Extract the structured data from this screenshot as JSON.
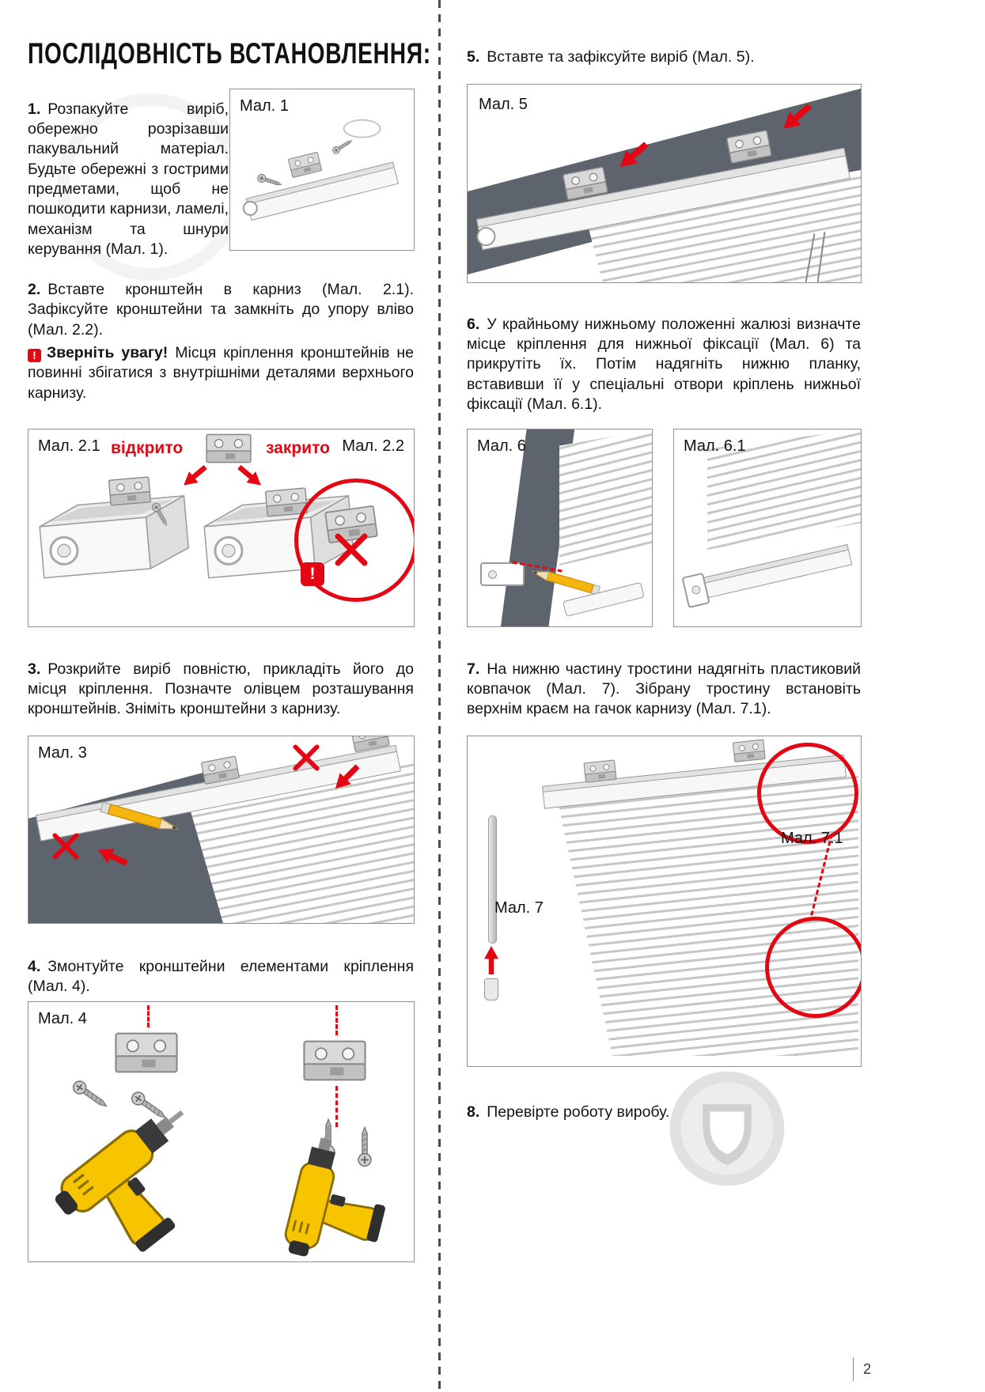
{
  "page": {
    "number": "2"
  },
  "title": "ПОСЛІДОВНІСТЬ ВСТАНОВЛЕННЯ:",
  "colors": {
    "accent": "#e30613",
    "frame_dark": "#5d646d",
    "drill_yellow": "#f6c500",
    "pencil_yellow": "#f6b40e"
  },
  "steps": {
    "s1": {
      "num": "1.",
      "text": "Розпакуйте виріб, обережно розрізавши пакувальний матеріал. Будьте обережні з гострими предметами, щоб не пошкодити карнизи, ламелі, механізм та шнури керування (Мал. 1)."
    },
    "s2": {
      "num": "2.",
      "text": "Вставте кронштейн в карниз (Мал. 2.1). Зафіксуйте кронштейни та замкніть до упору вліво (Мал. 2.2)."
    },
    "s2_warning": {
      "icon": "!",
      "label": "Зверніть увагу!",
      "text": "Місця кріплення кронштейнів не повинні збігатися з внутрішніми деталями верхнього карнизу."
    },
    "s3": {
      "num": "3.",
      "text": "Розкрийте виріб повністю, прикладіть його до місця кріплення. Позначте олівцем розташування кронштейнів. Зніміть кронштейни з карнизу."
    },
    "s4": {
      "num": "4.",
      "text": "Змонтуйте кронштейни елементами кріплення (Мал. 4)."
    },
    "s5": {
      "num": "5.",
      "text": "Вставте та зафіксуйте виріб (Мал. 5)."
    },
    "s6": {
      "num": "6.",
      "text": "У крайньому нижньому положенні жалюзі визначте місце кріплення для нижньої фіксації (Мал. 6) та прикрутіть їх. Потім надягніть нижню планку, вставивши її у спеціальні отвори кріплень нижньої фіксації (Мал. 6.1)."
    },
    "s7": {
      "num": "7.",
      "text": "На нижню частину тростини надягніть пластиковий ковпачок (Мал. 7). Зібрану тростину встановіть верхнім краєм на гачок карнизу (Мал. 7.1)."
    },
    "s8": {
      "num": "8.",
      "text": "Перевірте роботу виробу."
    }
  },
  "figures": {
    "f1": {
      "label": "Мал. 1"
    },
    "f2": {
      "label_left": "Мал. 2.1",
      "label_right": "Мал. 2.2",
      "open": "відкрито",
      "closed": "закрито",
      "warning_mark": "!"
    },
    "f3": {
      "label": "Мал. 3"
    },
    "f4": {
      "label": "Мал. 4"
    },
    "f5": {
      "label": "Мал. 5"
    },
    "f6": {
      "label": "Мал. 6"
    },
    "f61": {
      "label": "Мал. 6.1"
    },
    "f7": {
      "label": "Мал. 7",
      "label_detail": "Мал. 7.1"
    }
  }
}
